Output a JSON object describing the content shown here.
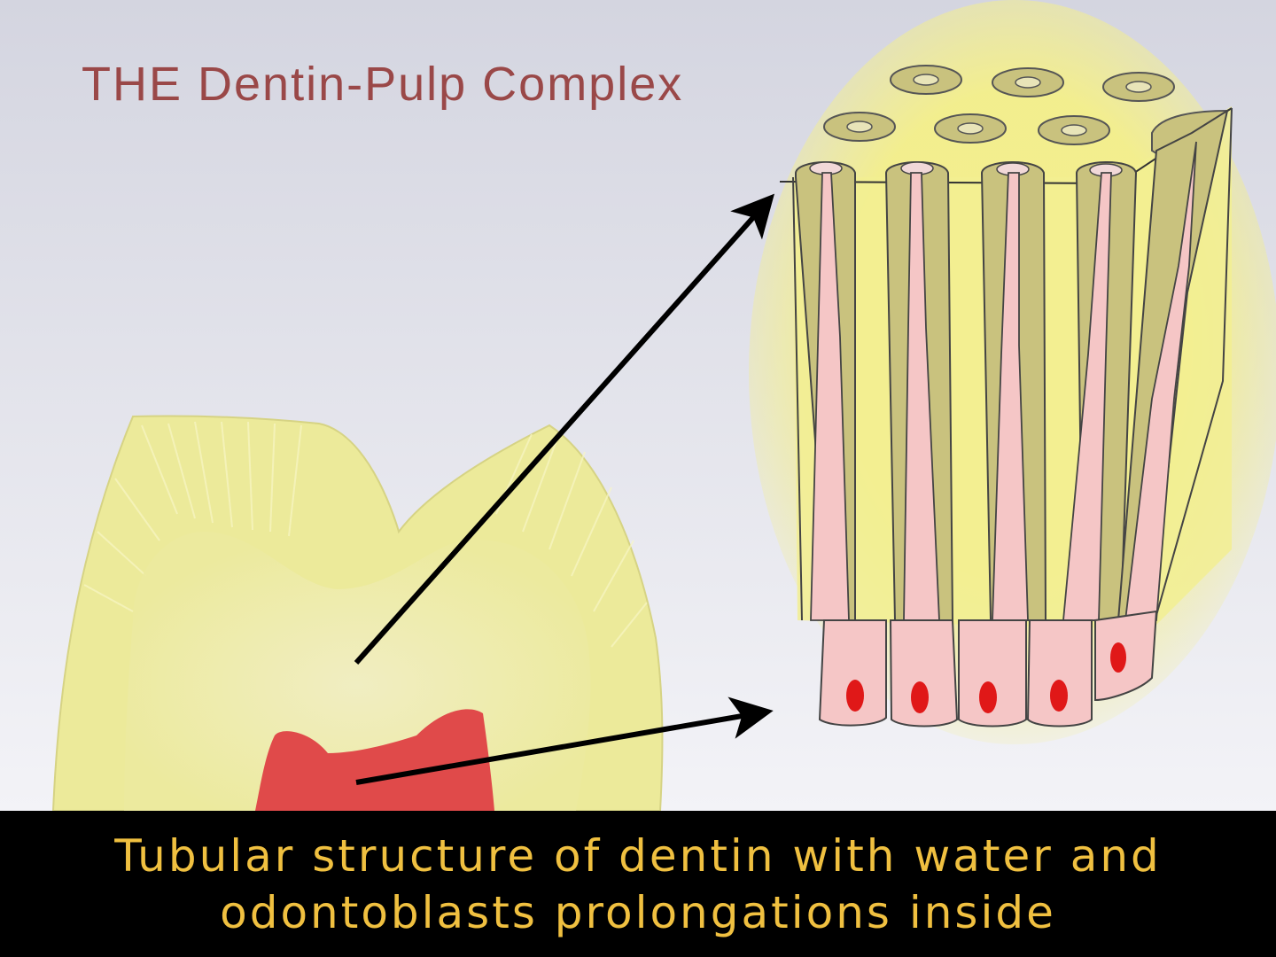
{
  "title": "THE Dentin-Pulp Complex",
  "caption": {
    "line1": "Tubular structure of dentin with water and",
    "line2": "odontoblasts prolongations inside"
  },
  "colors": {
    "title": "#9a4848",
    "caption": "#f0c040",
    "background_top": "#d6d7e2",
    "background_bottom": "#f2f2f6",
    "dentin": "#f2ef9e",
    "tubule_wall": "#c8c27e",
    "odontoblast": "#f5c6c6",
    "nucleus": "#e01818",
    "pulp": "#e04848",
    "arrow": "#000000"
  }
}
